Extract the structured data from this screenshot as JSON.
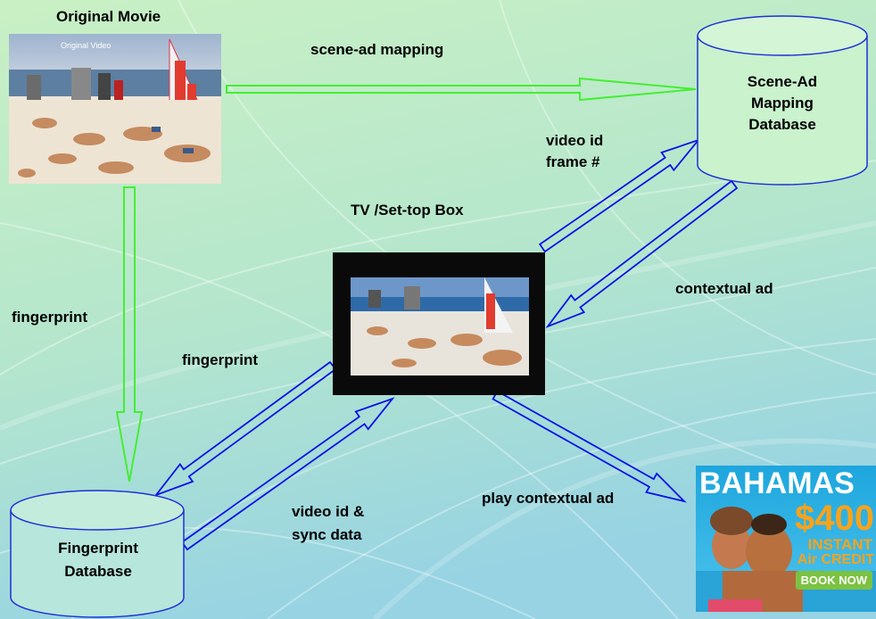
{
  "colors": {
    "background_top": "#c4eec1",
    "background_bottom": "#9ed7e2",
    "green_arrow": "#44ee33",
    "blue_arrow": "#0a12e6",
    "cylinder_stroke": "#1f2fd6"
  },
  "labels": {
    "original_movie": "Original Movie",
    "scene_ad_mapping": "scene-ad mapping",
    "tv_settop_box": "TV /Set-top Box",
    "fingerprint_left": "fingerprint",
    "fingerprint_mid": "fingerprint",
    "video_id_line1": "video id",
    "video_id_line2": "frame #",
    "contextual_ad": "contextual  ad",
    "video_sync_line1": "video id &",
    "video_sync_line2": "sync data",
    "play_contextual_ad": "play contextual ad"
  },
  "databases": {
    "scene_ad": {
      "line1": "Scene-Ad",
      "line2": "Mapping",
      "line3": "Database"
    },
    "fingerprint": {
      "line1": "Fingerprint",
      "line2": "Database"
    }
  },
  "images": {
    "original_video_caption": "Original Video",
    "ad_banner": {
      "headline": "BAHAMAS",
      "amount": "$400",
      "line1": "INSTANT",
      "line2": "Air CREDIT",
      "button": "BOOK NOW"
    }
  }
}
